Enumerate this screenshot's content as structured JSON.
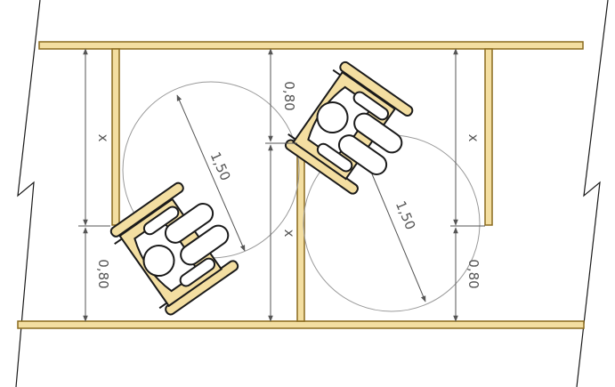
{
  "colors": {
    "wall_fill": "#f3dea1",
    "wall_stroke": "#8a6a1e",
    "seat_fill": "#f3dea1",
    "outline": "#1a1a1a",
    "dimension": "#555555",
    "circle": "#9a9a9a"
  },
  "labels": {
    "aisle_width": "0,80",
    "turning_diameter": "1,50",
    "variable_length": "x"
  },
  "icons": {
    "wheelchair": "wheelchair-user-topview-icon",
    "break": "break-line-icon"
  }
}
